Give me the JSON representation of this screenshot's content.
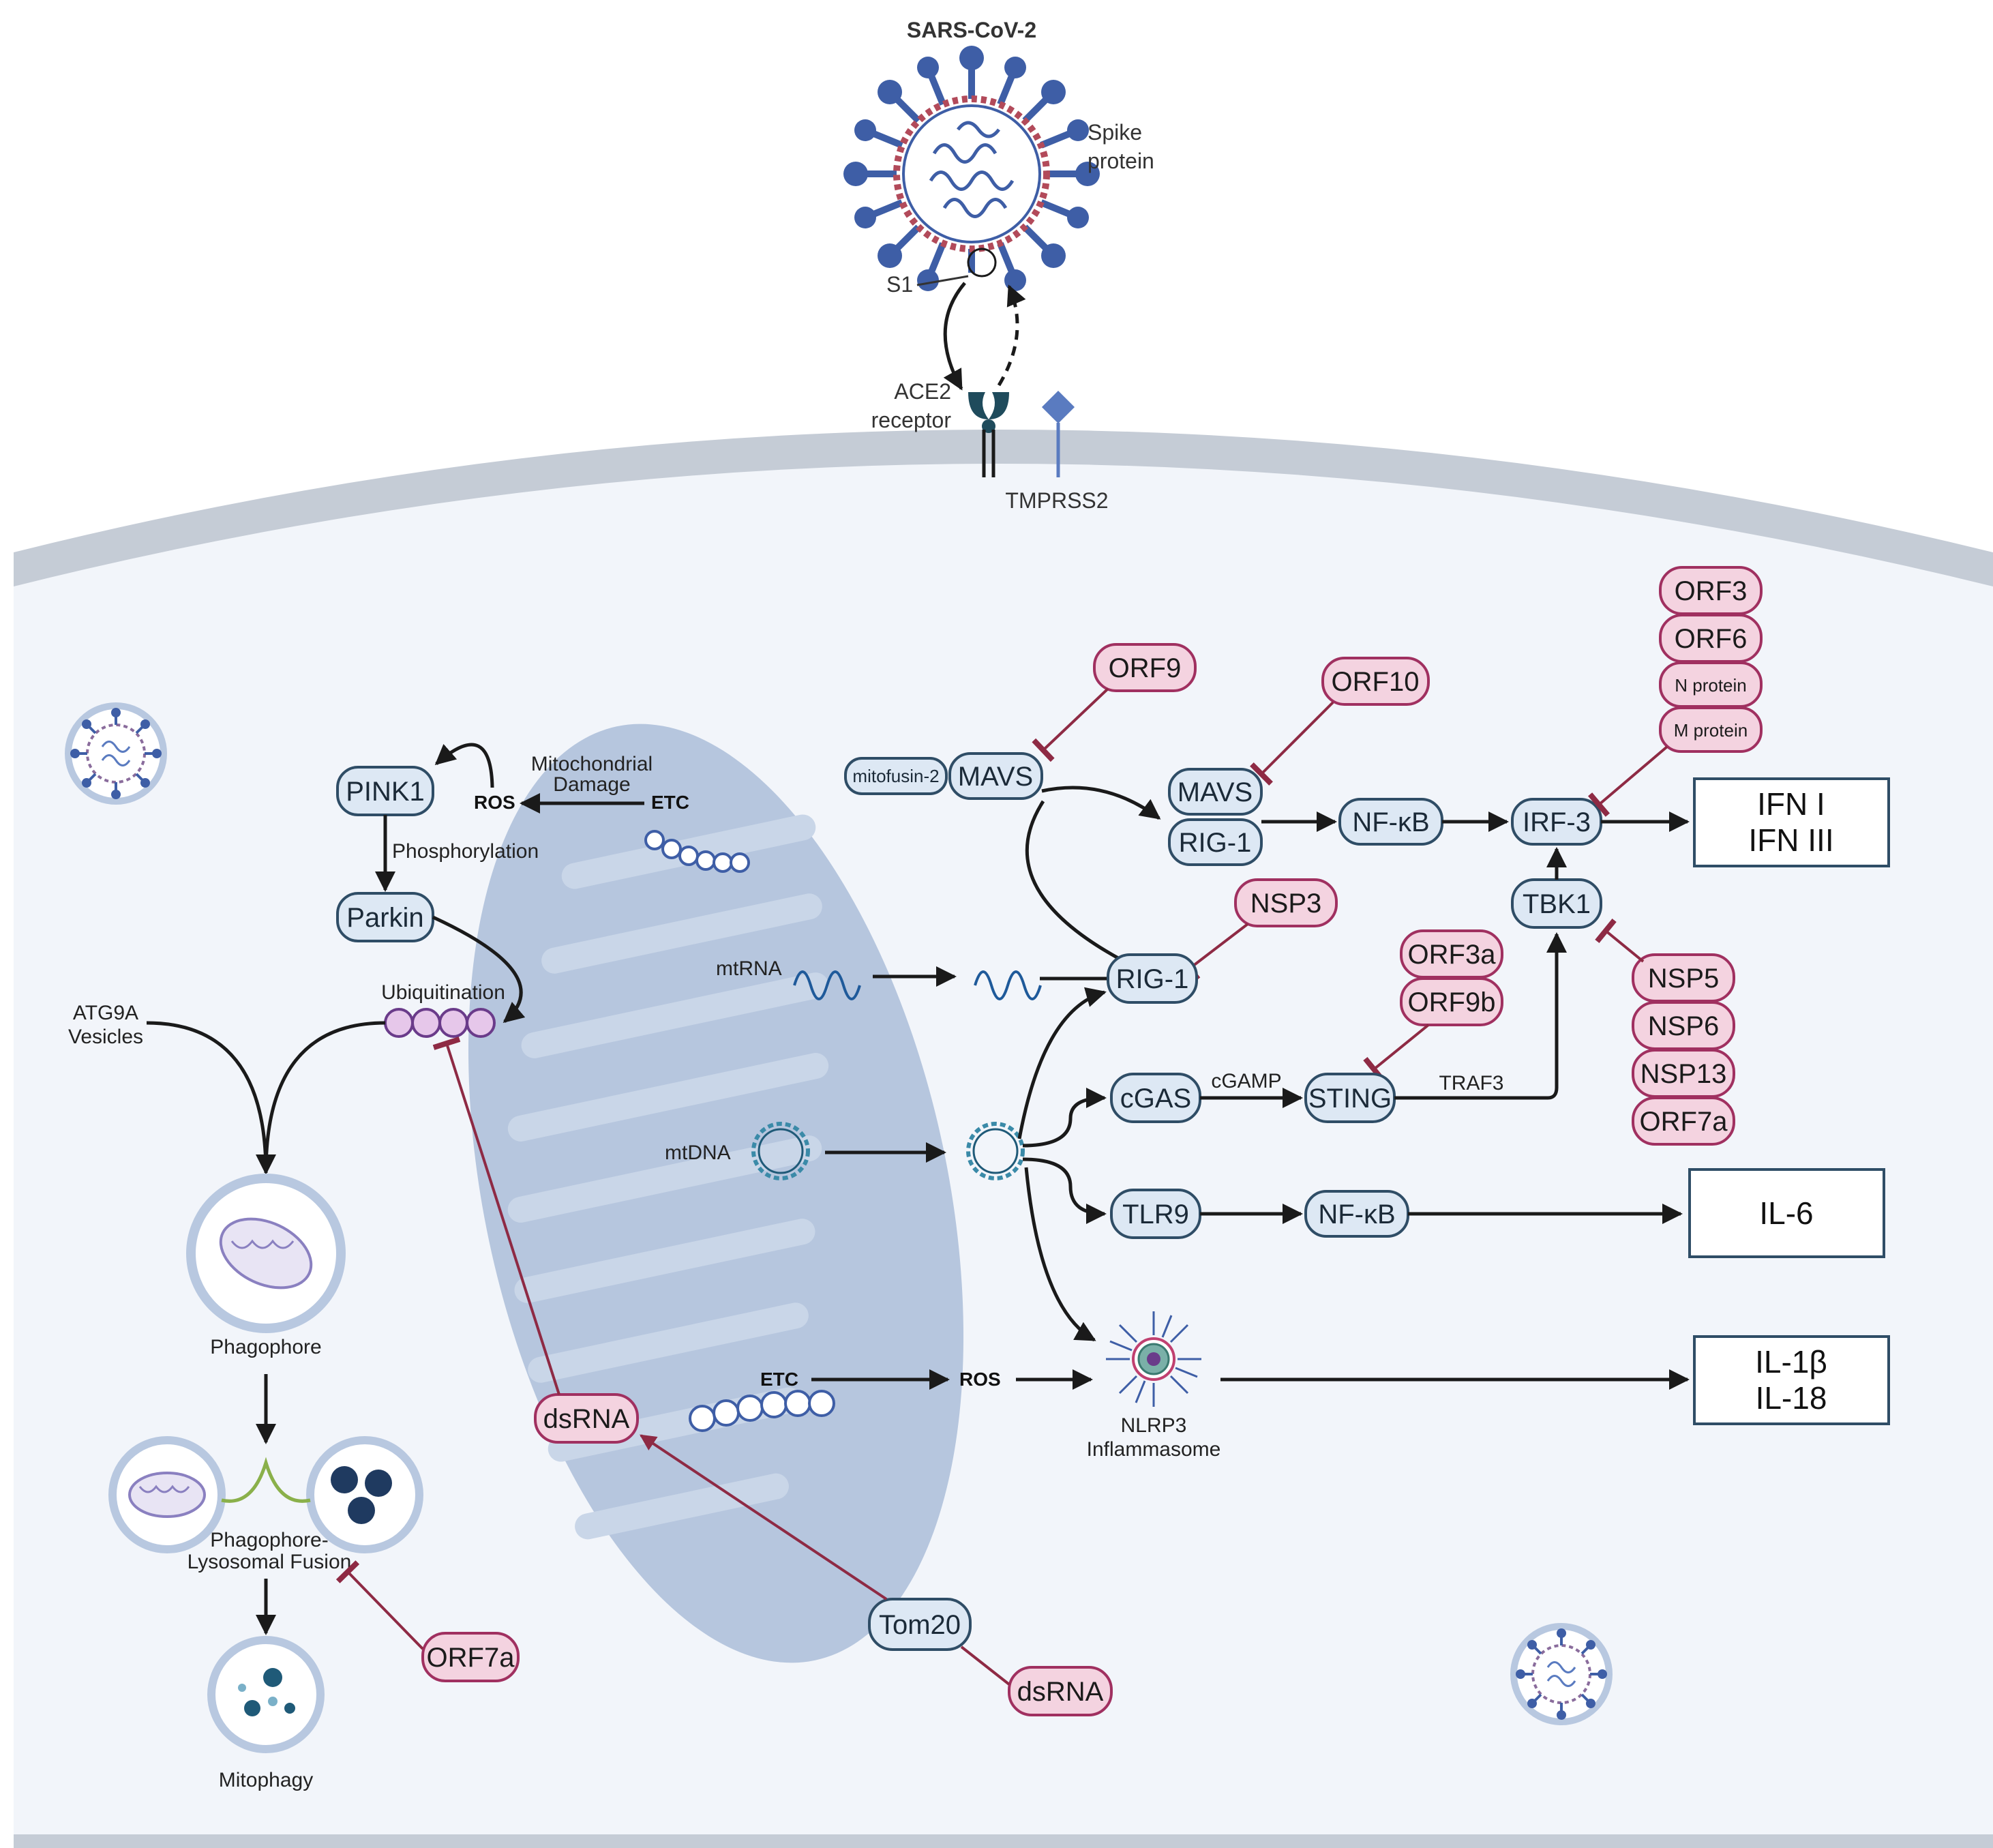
{
  "virus": {
    "name": "SARS-CoV-2",
    "spike_label_1": "Spike",
    "spike_label_2": "protein",
    "s1": "S1",
    "ace2_1": "ACE2",
    "ace2_2": "receptor",
    "tmprss2": "TMPRSS2"
  },
  "mitophagy": {
    "pink1": "PINK1",
    "ros": "ROS",
    "mito_damage_1": "Mitochondrial",
    "mito_damage_2": "Damage",
    "etc_top": "ETC",
    "phosphorylation": "Phosphorylation",
    "parkin": "Parkin",
    "ubiquitination": "Ubiquitination",
    "atg9a_1": "ATG9A",
    "atg9a_2": "Vesicles",
    "phagophore": "Phagophore",
    "fusion_1": "Phagophore-",
    "fusion_2": "Lysosomal Fusion",
    "orf7a_left": "ORF7a",
    "mitophagy_label": "Mitophagy"
  },
  "mito": {
    "mtrna": "mtRNA",
    "mtdna": "mtDNA",
    "etc_bottom": "ETC",
    "ros_bottom": "ROS",
    "dsrna_inside": "dsRNA",
    "tom20": "Tom20",
    "dsrna_outside": "dsRNA"
  },
  "signaling": {
    "orf9": "ORF9",
    "mitofusin2": "mitofusin-2",
    "mavs_top": "MAVS",
    "orf10": "ORF10",
    "mavs": "MAVS",
    "rig1_complex": "RIG-1",
    "nfkb_top": "NF-κB",
    "irf3": "IRF-3",
    "orf3": "ORF3",
    "orf6": "ORF6",
    "n_protein": "N protein",
    "m_protein": "M protein",
    "nsp3": "NSP3",
    "rig1": "RIG-1",
    "tbk1": "TBK1",
    "orf3a": "ORF3a",
    "orf9b": "ORF9b",
    "nsp5": "NSP5",
    "nsp6": "NSP6",
    "nsp13": "NSP13",
    "orf7a_right": "ORF7a",
    "cgas": "cGAS",
    "cgamp": "cGAMP",
    "sting": "STING",
    "traf3": "TRAF3",
    "tlr9": "TLR9",
    "nfkb_bottom": "NF-κB",
    "nlrp3_1": "NLRP3",
    "nlrp3_2": "Inflammasome"
  },
  "outputs": {
    "ifn_1": "IFN I",
    "ifn_2": "IFN III",
    "il6": "IL-6",
    "il1b": "IL-1β",
    "il18": "IL-18"
  },
  "colors": {
    "cell": "#f2f5fa",
    "membrane": "#c5ccd6",
    "mito": "#b6c6de",
    "node_fill": "#dde8f4",
    "node_stroke": "#2f4d66",
    "viral_fill": "#f4d3e0",
    "viral_stroke": "#a03060",
    "inhibit": "#8e2a44",
    "virus_blue": "#3e5ea6"
  }
}
